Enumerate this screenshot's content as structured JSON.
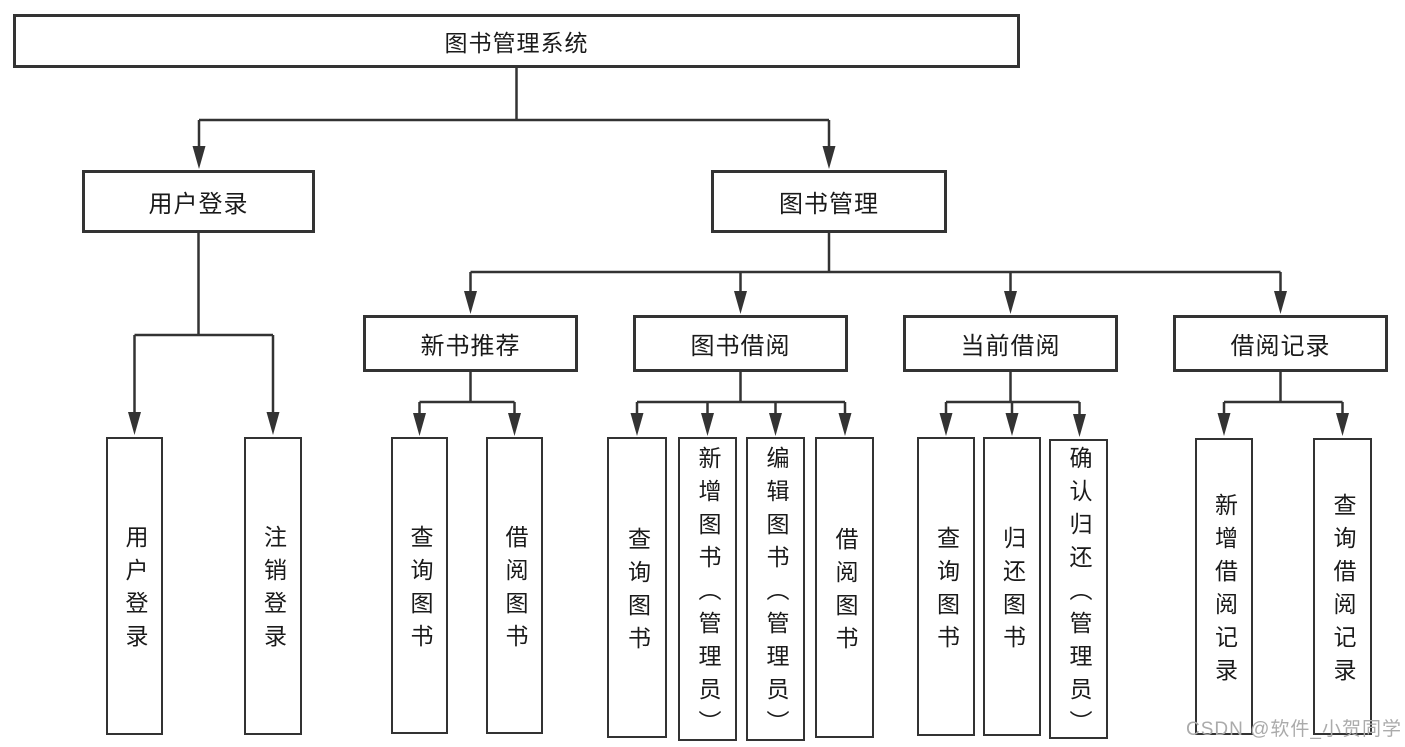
{
  "diagram": {
    "root": {
      "label": "图书管理系统"
    },
    "branches": [
      {
        "label": "用户登录",
        "children": [
          {
            "label": "用户登录"
          },
          {
            "label": "注销登录"
          }
        ]
      },
      {
        "label": "图书管理",
        "children": [
          {
            "label": "新书推荐",
            "children": [
              {
                "label": "查询图书"
              },
              {
                "label": "借阅图书"
              }
            ]
          },
          {
            "label": "图书借阅",
            "children": [
              {
                "label": "查询图书"
              },
              {
                "label": "新增图书（管理员）"
              },
              {
                "label": "编辑图书（管理员）"
              },
              {
                "label": "借阅图书"
              }
            ]
          },
          {
            "label": "当前借阅",
            "children": [
              {
                "label": "查询图书"
              },
              {
                "label": "归还图书"
              },
              {
                "label": "确认归还（管理员）"
              }
            ]
          },
          {
            "label": "借阅记录",
            "children": [
              {
                "label": "新增借阅记录"
              },
              {
                "label": "查询借阅记录"
              }
            ]
          }
        ]
      }
    ]
  },
  "watermark": {
    "text": "CSDN @软件_小贺同学"
  },
  "colors": {
    "line": "#333333",
    "box_border": "#333333",
    "box_fill": "#ffffff",
    "text": "#1a1a1a",
    "watermark": "#ababab",
    "background": "#ffffff"
  }
}
